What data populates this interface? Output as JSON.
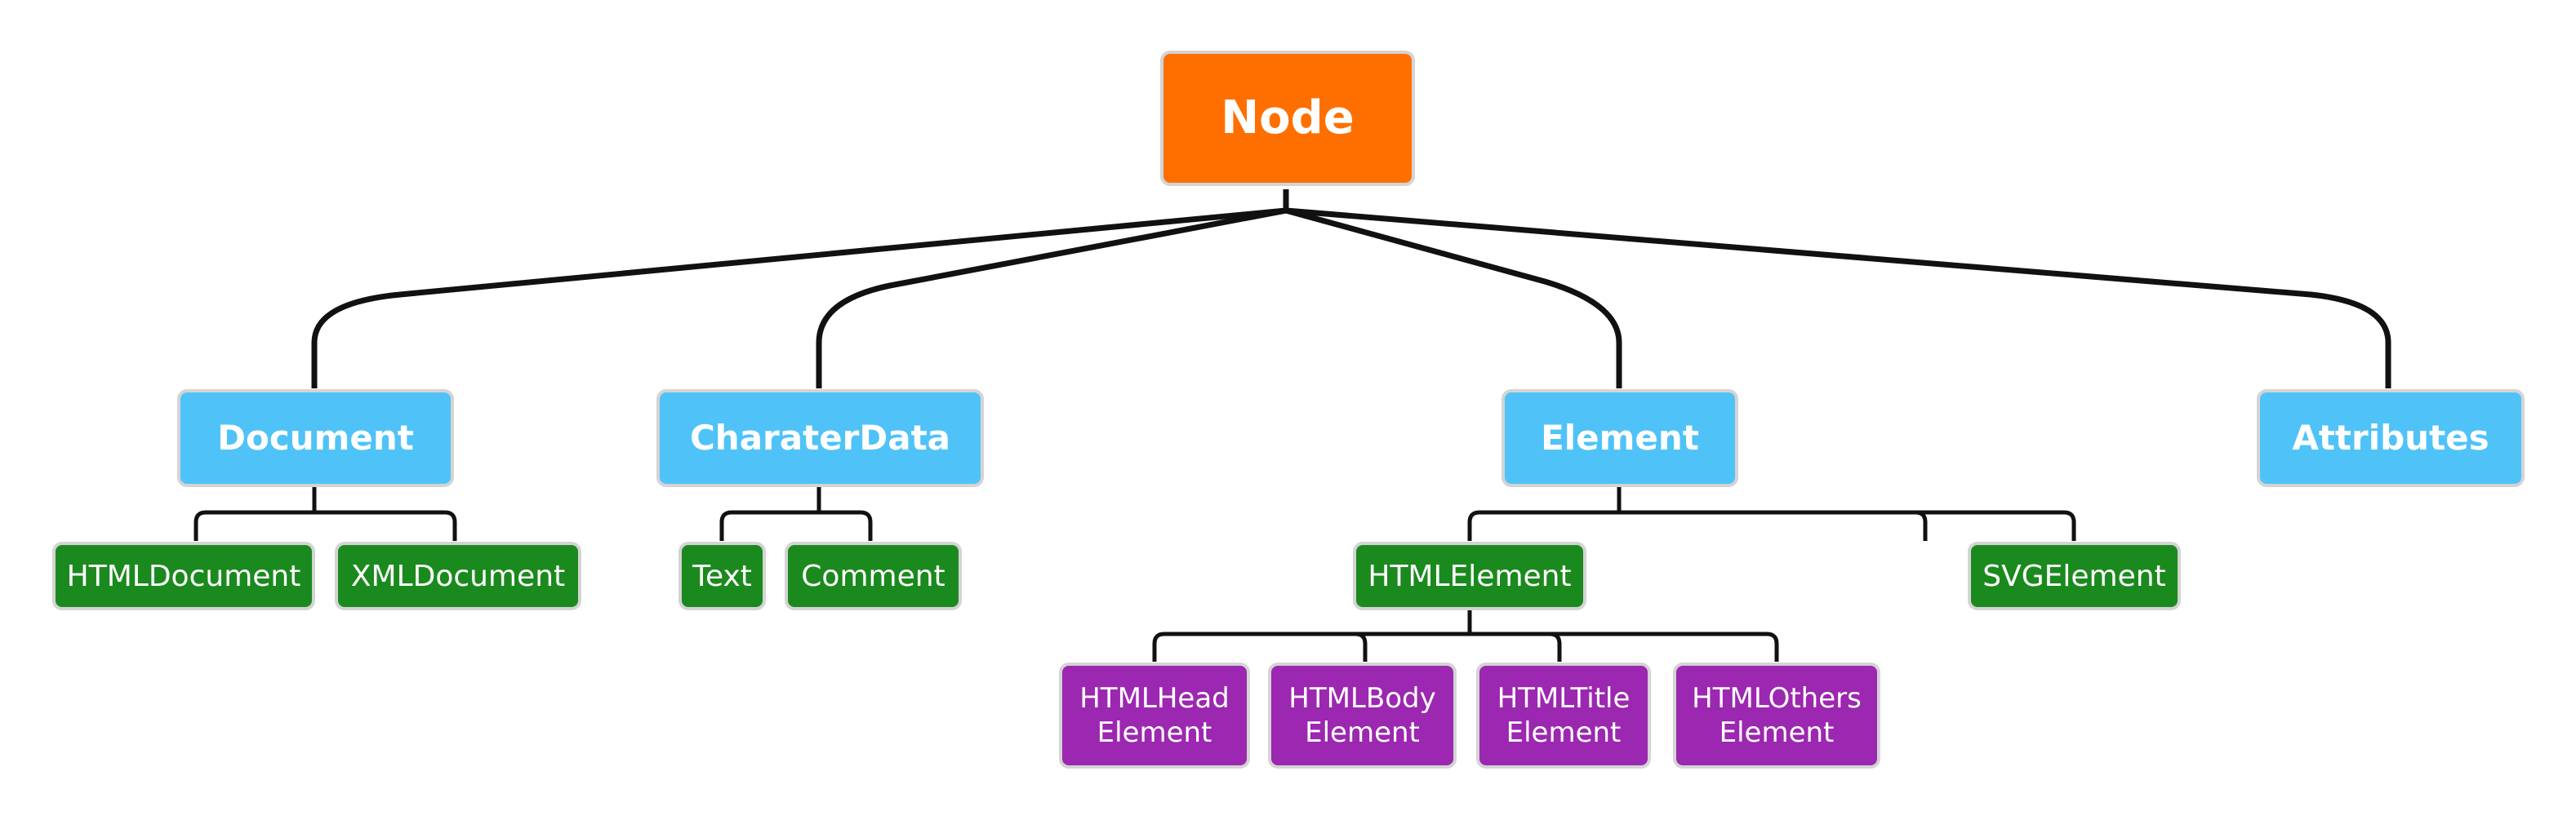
{
  "colors": {
    "root": "#ff6f00",
    "level1": "#4fc3f7",
    "level2": "#1b8a1e",
    "level3": "#9c27b0",
    "connector": "#111111",
    "border": "#d4d4d4"
  },
  "nodes": {
    "node": {
      "label": "Node"
    },
    "document": {
      "label": "Document"
    },
    "characterdata": {
      "label": "CharaterData"
    },
    "element": {
      "label": "Element"
    },
    "attributes": {
      "label": "Attributes"
    },
    "htmldocument": {
      "label": "HTMLDocument"
    },
    "xmldocument": {
      "label": "XMLDocument"
    },
    "text": {
      "label": "Text"
    },
    "comment": {
      "label": "Comment"
    },
    "htmlelement": {
      "label": "HTMLElement"
    },
    "svgelement": {
      "label": "SVGElement"
    },
    "htmlheadelement": {
      "label": "HTMLHead\nElement"
    },
    "htmlbodyelement": {
      "label": "HTMLBody\nElement"
    },
    "htmltitleelement": {
      "label": "HTMLTitle\nElement"
    },
    "htmlotherselement": {
      "label": "HTMLOthers\nElement"
    }
  },
  "tree": {
    "node": [
      "document",
      "characterdata",
      "element",
      "attributes"
    ],
    "document": [
      "htmldocument",
      "xmldocument"
    ],
    "characterdata": [
      "text",
      "comment"
    ],
    "element": [
      "htmlelement",
      "svgelement"
    ],
    "htmlelement": [
      "htmlheadelement",
      "htmlbodyelement",
      "htmltitleelement",
      "htmlotherselement"
    ]
  }
}
